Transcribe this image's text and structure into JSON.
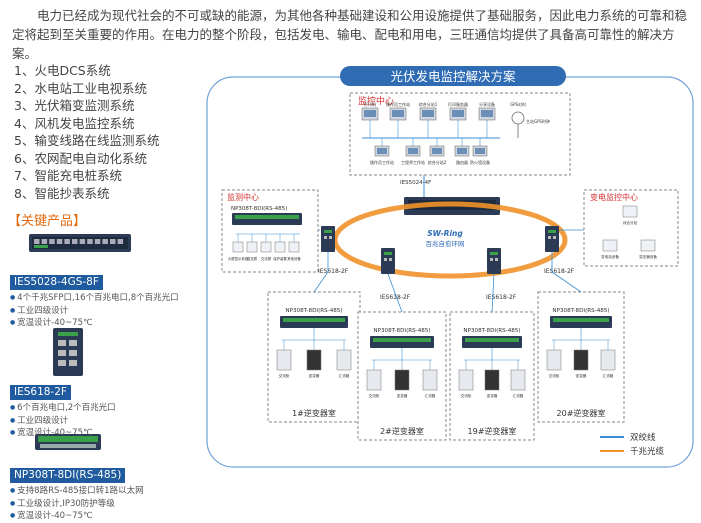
{
  "intro": "电力已经成为现代社会的不可或缺的能源，为其他各种基础建设和公用设施提供了基础服务，因此电力系统的可靠和稳定将起到至关重要的作用。在电力的整个阶段，包括发电、输电、配电和用电，三旺通信均提供了具备高可靠性的解决方案。",
  "applications": [
    "1、火电DCS系统",
    "2、水电站工业电视系统",
    "3、光伏箱变监测系统",
    "4、风机发电监控系统",
    "5、输变线路在线监测系统",
    "6、农网配电自动化系统",
    "7、智能充电桩系统",
    "8、智能抄表系统"
  ],
  "key_products_title": "【关键产品】",
  "products": [
    {
      "model": "IES5028-4GS-8F",
      "features": [
        "4个千兆SFP口,16个百兆电口,8个百兆光口",
        "工业四级设计",
        "宽温设计-40~75℃"
      ]
    },
    {
      "model": "IES618-2F",
      "features": [
        "6个百兆电口,2个百兆光口",
        "工业四级设计",
        "宽温设计-40~75℃"
      ]
    },
    {
      "model": "NP308T-8DI(RS-485)",
      "features": [
        "支持8路RS-485接口转1路以太网",
        "工业级设计,IP30防护等级",
        "宽温设计-40~75℃"
      ]
    }
  ],
  "diagram": {
    "title": "光伏发电监控解决方案",
    "monitor_center": "监控中心",
    "monitor_devices_top": [
      "打印机",
      "操作员工作站",
      "综合分站1",
      "打印服务器",
      "分享设备",
      "GPS对时"
    ],
    "gps_label": "主站GPS时钟",
    "monitor_devices_bottom": [
      "操作员工作站",
      "工程师工作站",
      "综合分站2",
      "路由器",
      "防火墙设备"
    ],
    "core_switch": "IES5024-4F",
    "left_center": "监测中心",
    "left_device": "NP308T-8DI(RS-485)",
    "left_meters": [
      "大屏显示系统",
      "直流屏",
      "交流屏",
      "保护装置",
      "其他设备"
    ],
    "right_center": "变电监控中心",
    "right_devices": [
      "综合分站",
      "变电站设备",
      "变压器设备"
    ],
    "ring_name": "SW-Ring",
    "ring_subtitle": "百兆自愈环网",
    "ring_switch": "IES618-2F",
    "rooms": [
      {
        "device": "NP308T-8DI(RS-485)",
        "name": "1#逆变器室",
        "items": [
          "交流柜",
          "逆变器",
          "汇流箱"
        ]
      },
      {
        "device": "NP308T-8DI(RS-485)",
        "name": "2#逆变器室",
        "items": [
          "交流柜",
          "逆变器",
          "汇流箱"
        ]
      },
      {
        "device": "NP308T-8DI(RS-485)",
        "name": "19#逆变器室",
        "items": [
          "交流柜",
          "逆变器",
          "汇流箱"
        ]
      },
      {
        "device": "NP308T-8DI(RS-485)",
        "name": "20#逆变器室",
        "items": [
          "交流柜",
          "逆变器",
          "汇流箱"
        ]
      }
    ],
    "legend": [
      {
        "label": "双绞线",
        "color": "#3a8fd4"
      },
      {
        "label": "千兆光缆",
        "color": "#f0922a"
      }
    ]
  }
}
